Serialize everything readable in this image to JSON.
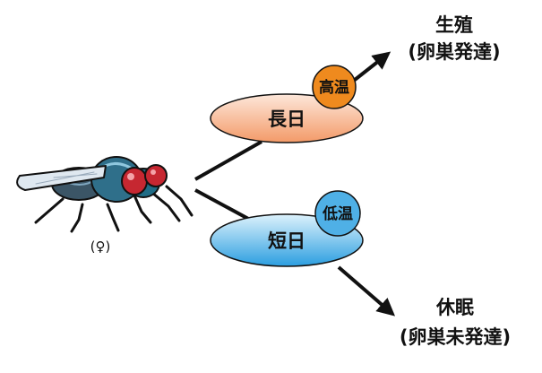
{
  "sex_label": "(♀)",
  "long_day": {
    "label": "長日",
    "fill_light": "#fde4d6",
    "fill_dark": "#f29966"
  },
  "short_day": {
    "label": "短日",
    "fill_light": "#d8f0fb",
    "fill_dark": "#2f9fe0"
  },
  "high_temp": {
    "label": "高温",
    "color": "#ef8a1e"
  },
  "low_temp": {
    "label": "低温",
    "color": "#4fb0e6"
  },
  "outcome_reproduction": {
    "line1": "生殖",
    "line2": "(卵巣発達)"
  },
  "outcome_diapause": {
    "line1": "休眠",
    "line2": "(卵巣未発達)"
  },
  "icons": {
    "insect": "fly-icon",
    "arrow": "arrow-icon"
  }
}
